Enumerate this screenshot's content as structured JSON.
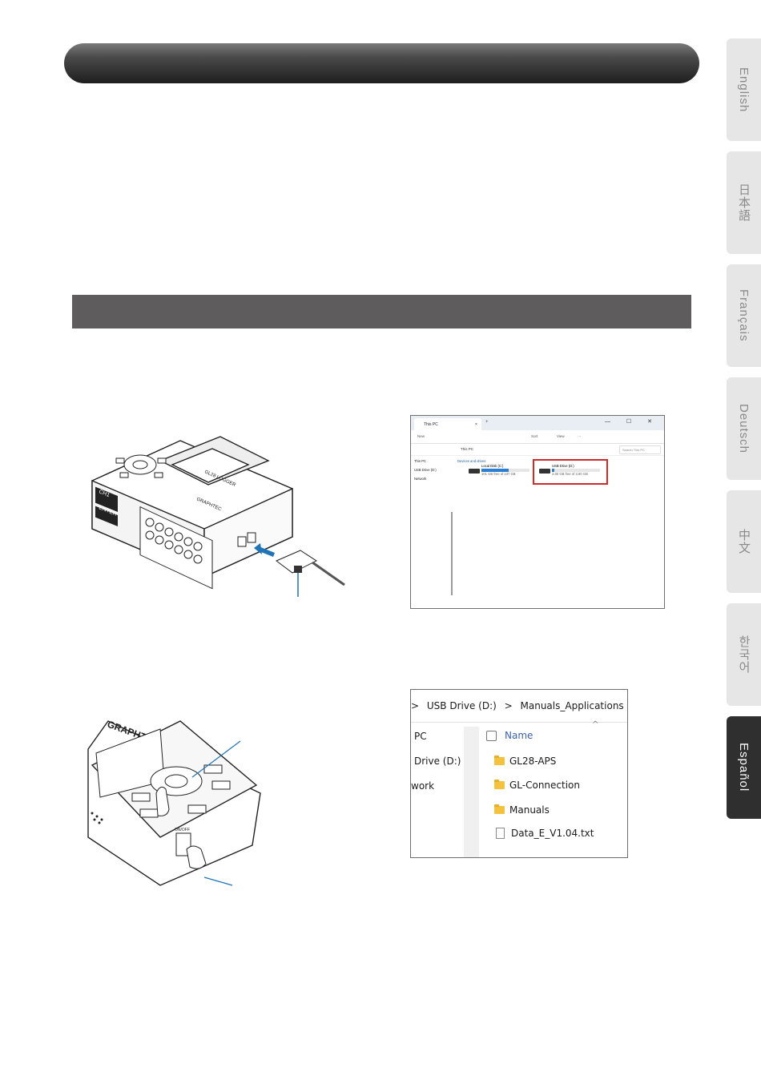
{
  "language_tabs": [
    {
      "label": "English",
      "active": false
    },
    {
      "label": "日本語",
      "active": false
    },
    {
      "label": "Français",
      "active": false
    },
    {
      "label": "Deutsch",
      "active": false
    },
    {
      "label": "中文",
      "active": false
    },
    {
      "label": "한국어",
      "active": false
    },
    {
      "label": "Español",
      "active": true
    }
  ],
  "device_brand": "GRAPHTEC",
  "device_model": "GL28 LOGGER",
  "device_body_labels": [
    "CH1",
    "ENTER",
    "ON/OFF"
  ],
  "explorer": {
    "tab_title": "This PC",
    "tab_close": "×",
    "new_tab": "+",
    "window_buttons": "—  ☐  ✕",
    "toolbar": {
      "new": "New",
      "sort": "Sort",
      "view": "View",
      "more": "···"
    },
    "address": "This PC",
    "search_placeholder": "Search This PC",
    "nav_items": [
      "This PC",
      "USB Drive (D:)",
      "Network"
    ],
    "section_label": "Devices and drives",
    "local_disk": {
      "name": "Local Disk (C:)",
      "free": "101 GB free of 237 GB",
      "used_fraction": 0.57
    },
    "usb_drive": {
      "name": "USB Drive (D:)",
      "free": "3.80 GB free of 3.80 GB",
      "used_fraction": 0.05
    }
  },
  "folder_window": {
    "breadcrumb": [
      ">",
      "USB Drive (D:)",
      ">",
      "Manuals_Applications",
      ">"
    ],
    "nav_items": [
      "PC",
      "Drive (D:)",
      "work"
    ],
    "name_header": "Name",
    "sort_arrow": "^",
    "items": [
      {
        "label": "GL28-APS",
        "type": "folder"
      },
      {
        "label": "GL-Connection",
        "type": "folder"
      },
      {
        "label": "Manuals",
        "type": "folder"
      },
      {
        "label": "Data_E_V1.04.txt",
        "type": "file"
      }
    ]
  }
}
